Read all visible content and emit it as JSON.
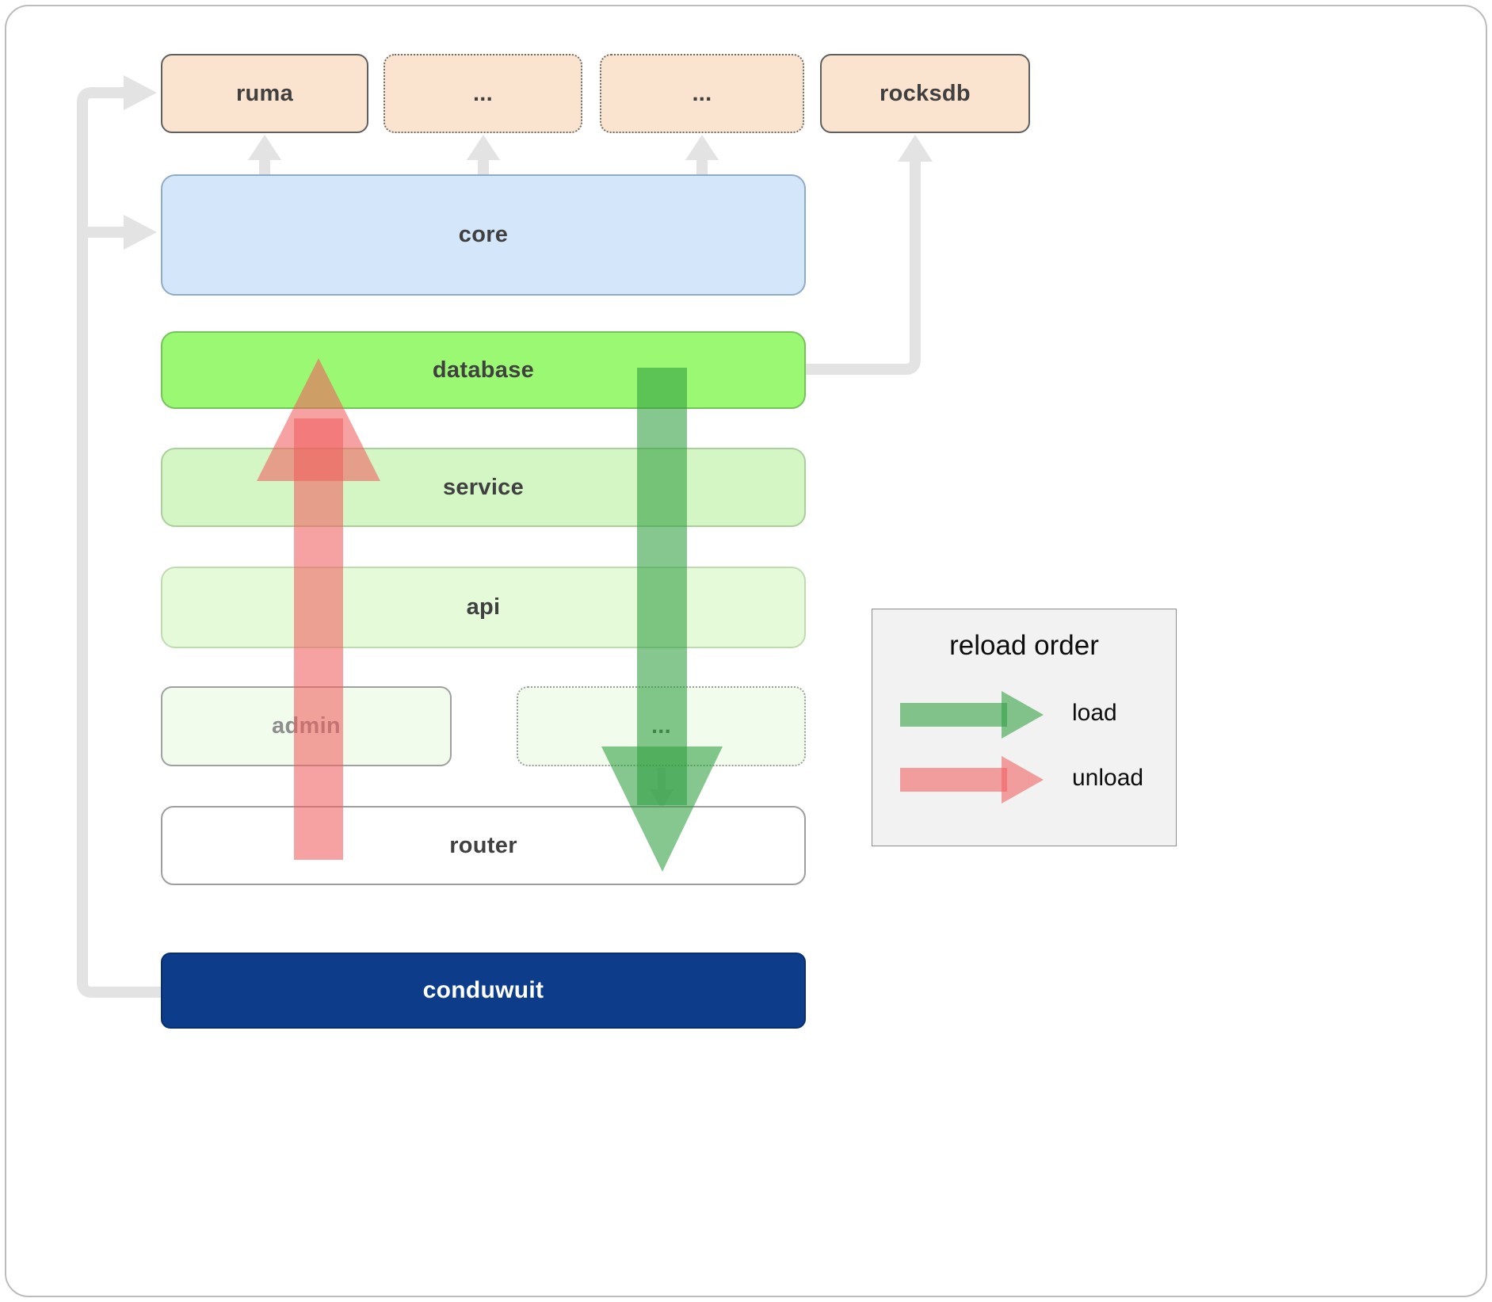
{
  "boxes": {
    "ruma": "ruma",
    "ellipsis1": "...",
    "ellipsis2": "...",
    "rocksdb": "rocksdb",
    "core": "core",
    "database": "database",
    "service": "service",
    "api": "api",
    "admin": "admin",
    "ellipsis3": "...",
    "router": "router",
    "conduwuit": "conduwuit"
  },
  "legend": {
    "title": "reload order",
    "load": "load",
    "unload": "unload"
  },
  "arrows": {
    "load": {
      "from": "database",
      "to": "router"
    },
    "unload": {
      "from": "router",
      "to": "database"
    },
    "gray_connectors": [
      {
        "from": "conduwuit",
        "to": "ruma"
      },
      {
        "from": "conduwuit",
        "to": "core"
      },
      {
        "from": "core",
        "to": "ruma"
      },
      {
        "from": "core",
        "to": "..."
      },
      {
        "from": "core",
        "to": "..."
      },
      {
        "from": "database",
        "to": "rocksdb"
      }
    ]
  },
  "colors": {
    "module_peach": "#fbe4cf",
    "core_blue": "#d4e6f9",
    "database_green": "#9bf873",
    "service_green": "#d3f6c4",
    "api_green": "#e4fad9",
    "admin_green": "#f1fcec",
    "conduwuit_navy": "#0d3d8a",
    "load_green": "#2f9e3f",
    "unload_red": "#f15f5f",
    "connector_gray": "#e3e3e3"
  }
}
